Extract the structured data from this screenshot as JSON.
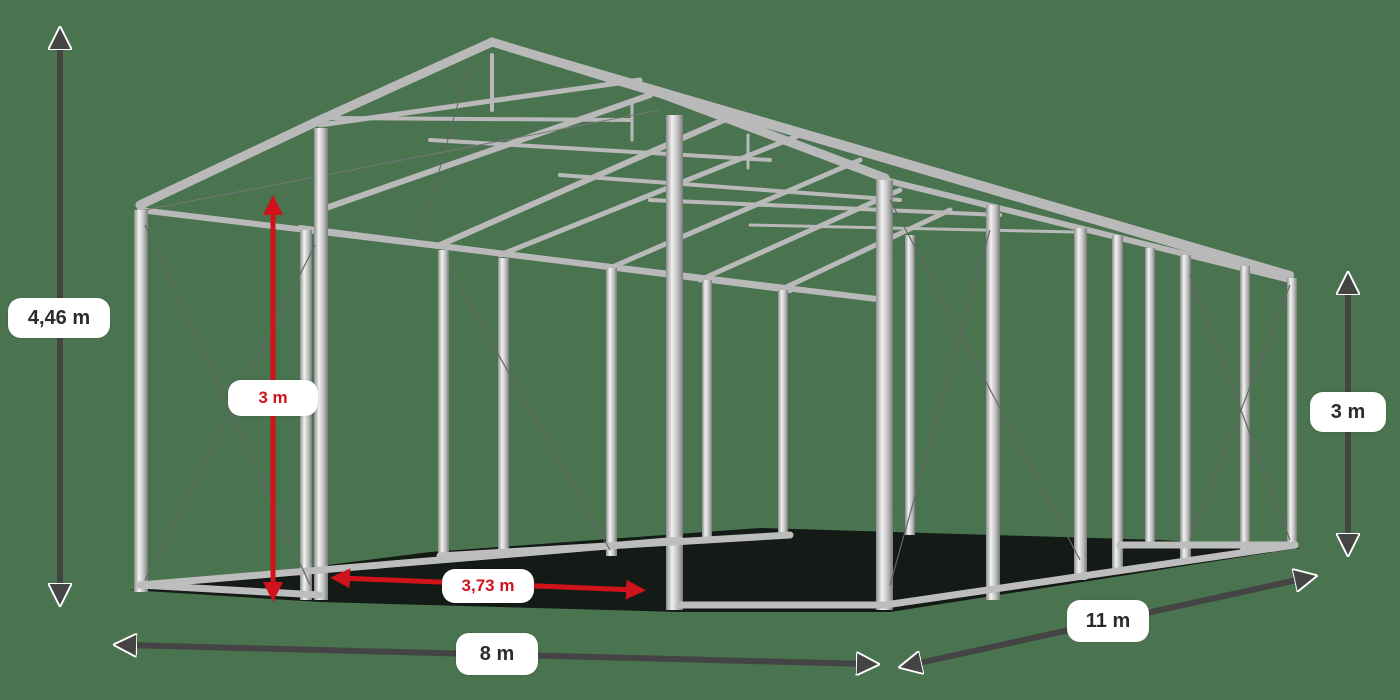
{
  "diagram": {
    "subject": "Tent frame (steel/aluminium hall structure)",
    "background_color": "#4a7350",
    "frame_color": "#c8c8c8",
    "dimension_arrow_color": "#444444",
    "highlight_arrow_color": "#d0121b"
  },
  "dimensions": {
    "total_height": {
      "label": "4,46 m"
    },
    "side_height": {
      "label": "3 m"
    },
    "inner_side_height": {
      "label": "3 m"
    },
    "bay_spacing": {
      "label": "3,73 m"
    },
    "width": {
      "label": "8 m"
    },
    "length": {
      "label": "11 m"
    }
  }
}
